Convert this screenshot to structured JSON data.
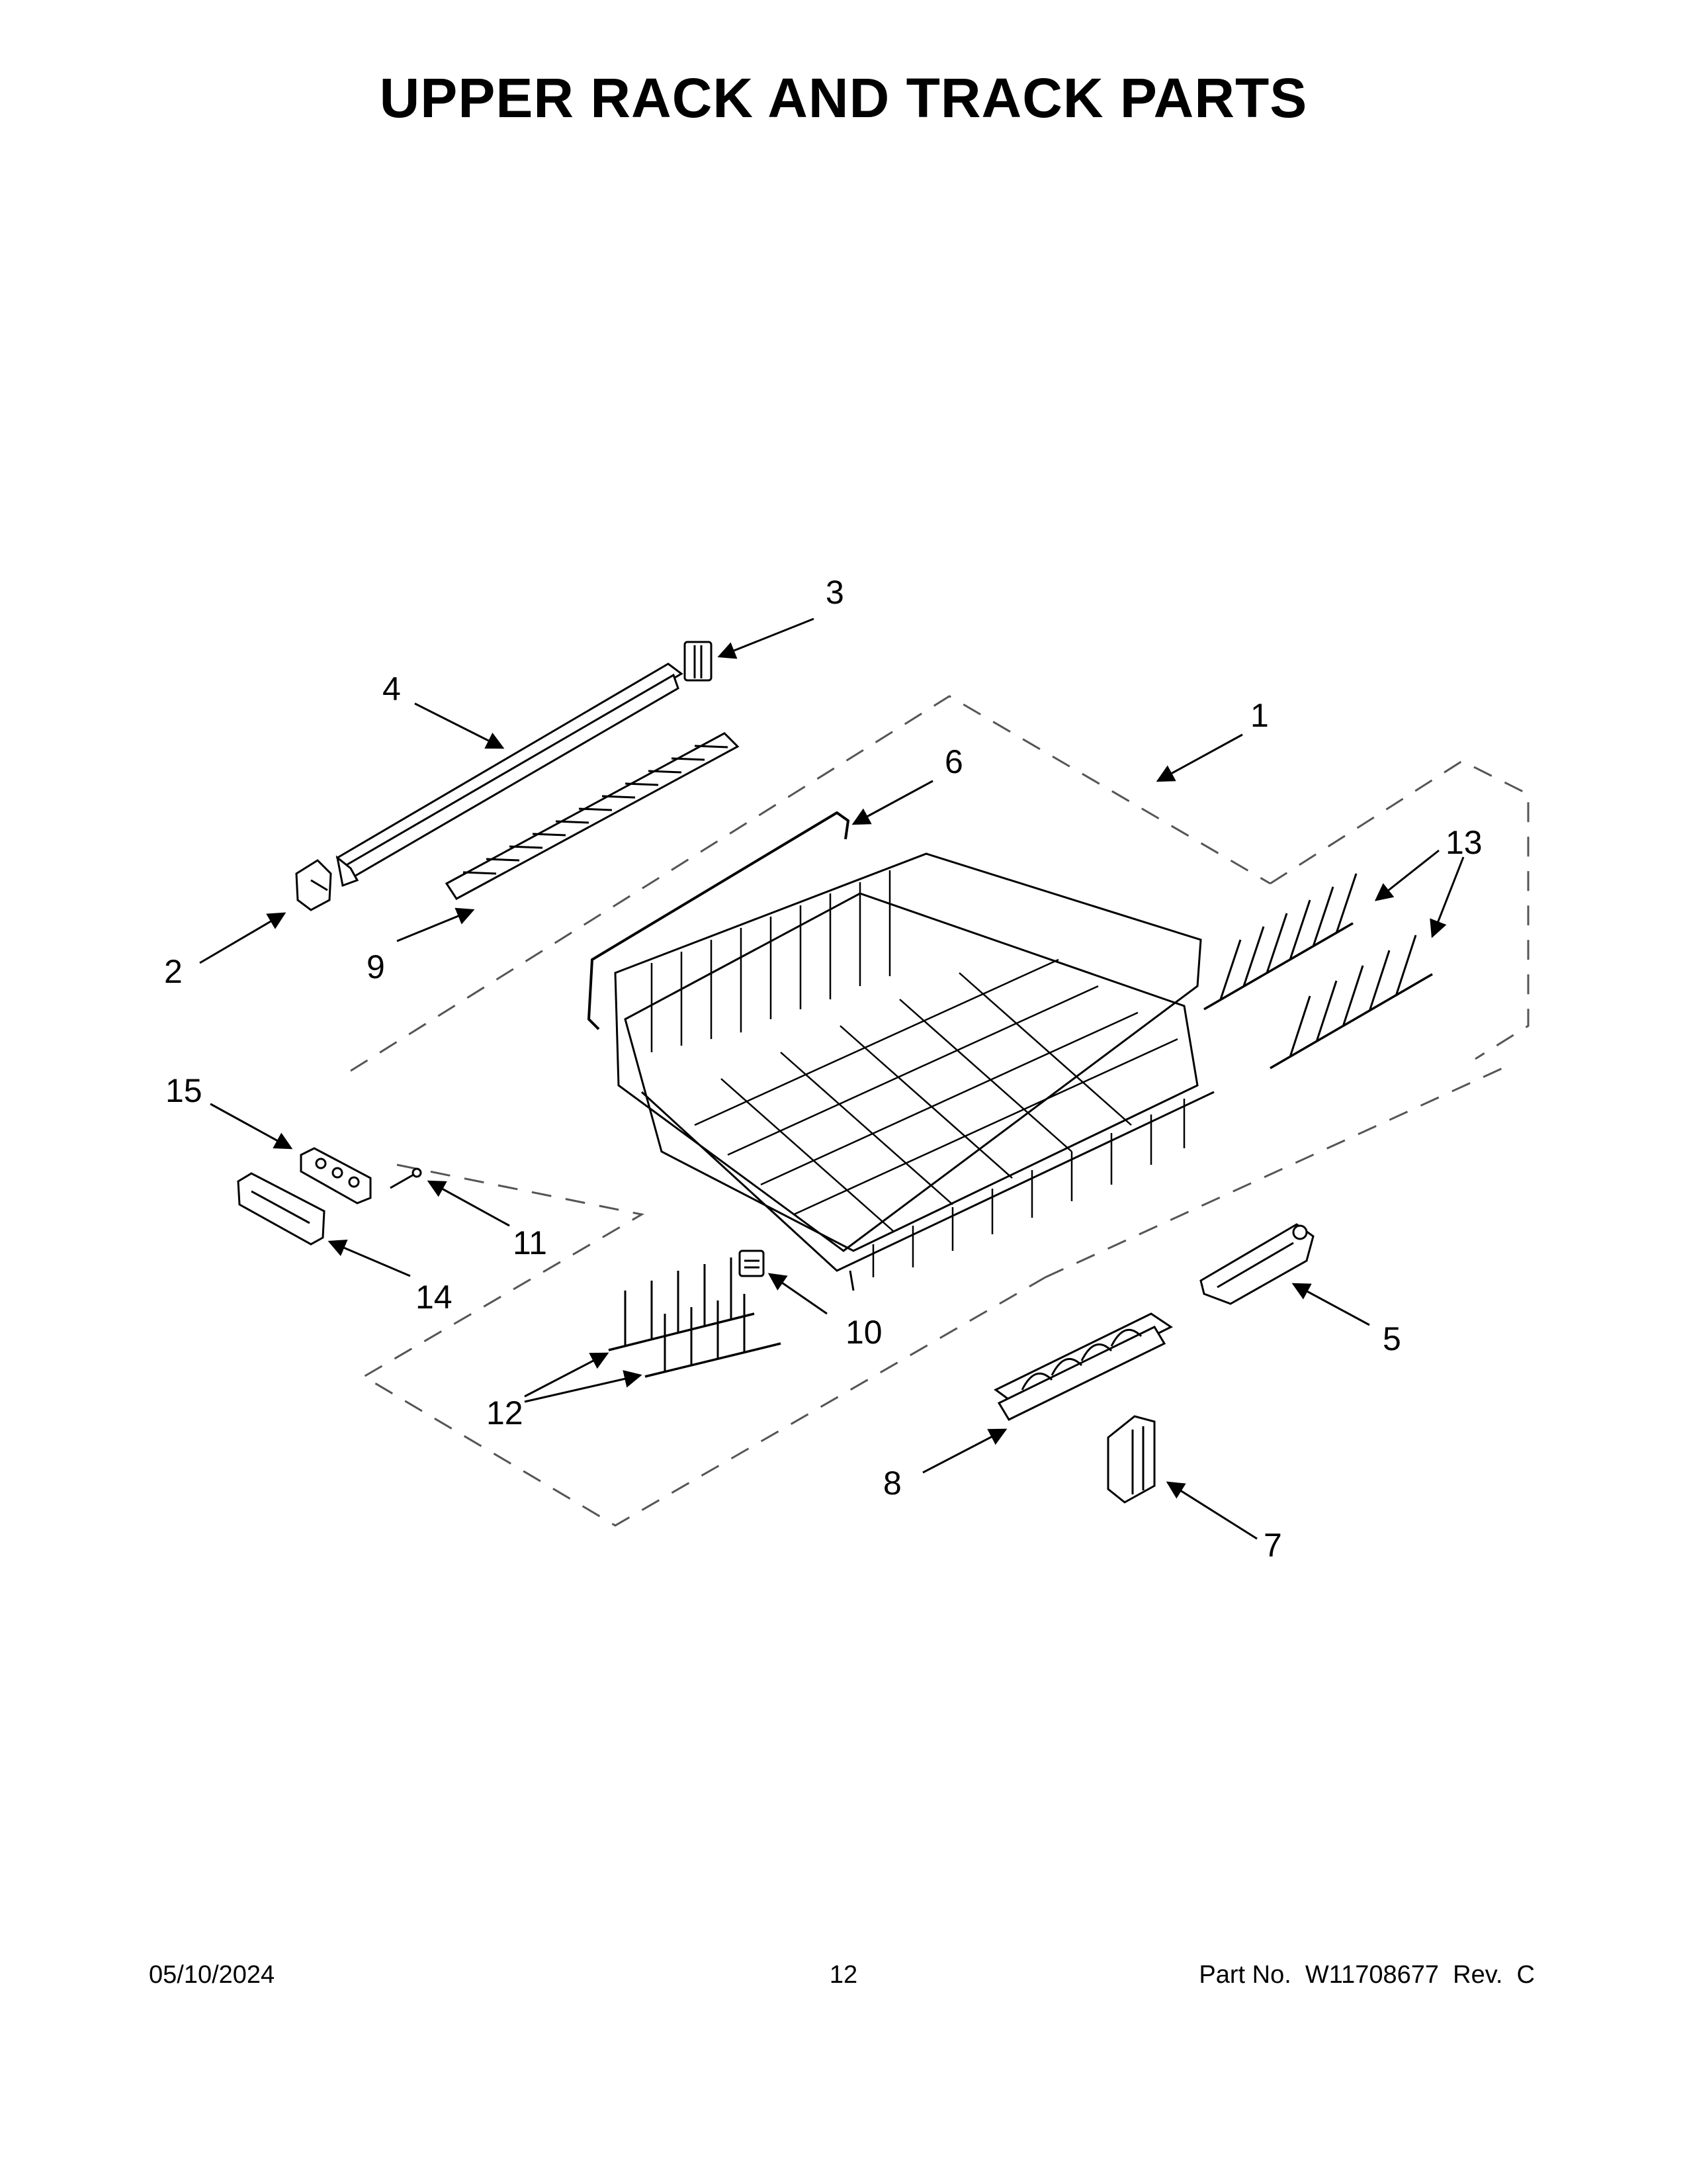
{
  "page": {
    "title": "UPPER RACK AND TRACK PARTS"
  },
  "callouts": [
    "1",
    "2",
    "3",
    "4",
    "5",
    "6",
    "7",
    "8",
    "9",
    "10",
    "11",
    "12",
    "13",
    "14",
    "15"
  ],
  "footer": {
    "date": "05/10/2024",
    "page_number": "12",
    "part_number": "Part No.  W11708677  Rev.  C"
  }
}
